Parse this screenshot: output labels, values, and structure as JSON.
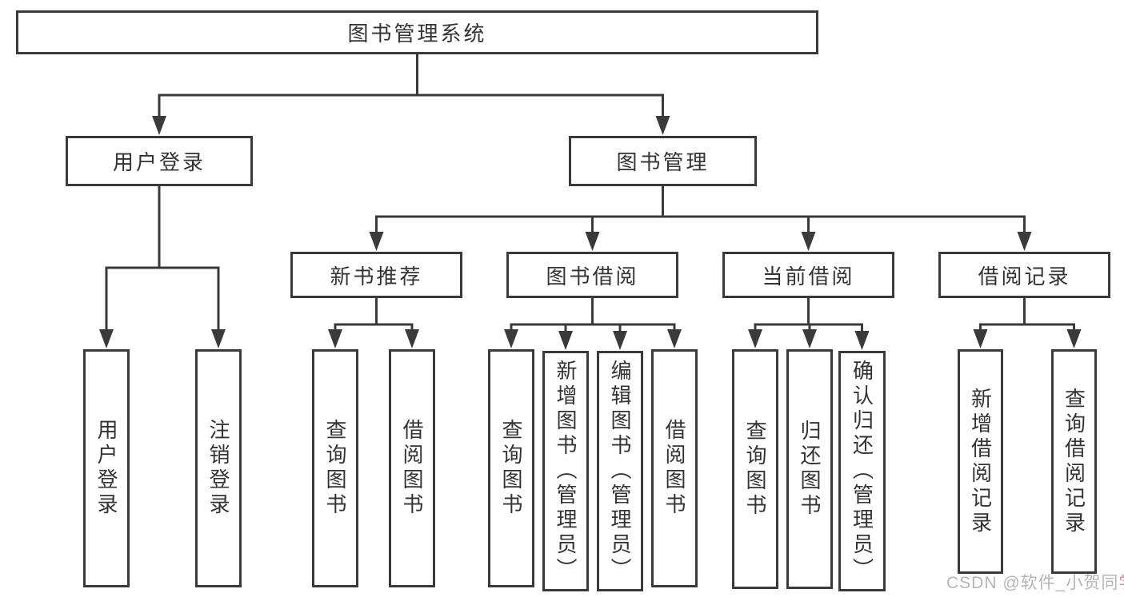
{
  "diagram": {
    "line_color": "#3a3a3a",
    "text_color": "#333333",
    "box_background": "#ffffff",
    "nodes": [
      {
        "id": "sys",
        "label": "图书管理系统",
        "parent": null,
        "orientation": "horizontal"
      },
      {
        "id": "login",
        "label": "用户登录",
        "parent": "sys",
        "orientation": "horizontal"
      },
      {
        "id": "mgmt",
        "label": "图书管理",
        "parent": "sys",
        "orientation": "horizontal"
      },
      {
        "id": "newbook",
        "label": "新书推荐",
        "parent": "mgmt",
        "orientation": "horizontal"
      },
      {
        "id": "borrow",
        "label": "图书借阅",
        "parent": "mgmt",
        "orientation": "horizontal"
      },
      {
        "id": "current",
        "label": "当前借阅",
        "parent": "mgmt",
        "orientation": "horizontal"
      },
      {
        "id": "records",
        "label": "借阅记录",
        "parent": "mgmt",
        "orientation": "horizontal"
      },
      {
        "id": "leaf-login",
        "label": "用户登录",
        "parent": "login",
        "orientation": "vertical"
      },
      {
        "id": "leaf-logout",
        "label": "注销登录",
        "parent": "login",
        "orientation": "vertical"
      },
      {
        "id": "nb-query",
        "label": "查询图书",
        "parent": "newbook",
        "orientation": "vertical"
      },
      {
        "id": "nb-borrow",
        "label": "借阅图书",
        "parent": "newbook",
        "orientation": "vertical"
      },
      {
        "id": "b-query",
        "label": "查询图书",
        "parent": "borrow",
        "orientation": "vertical"
      },
      {
        "id": "b-add",
        "label": "新增图书（管理员）",
        "parent": "borrow",
        "orientation": "vertical"
      },
      {
        "id": "b-edit",
        "label": "编辑图书（管理员）",
        "parent": "borrow",
        "orientation": "vertical"
      },
      {
        "id": "b-borrow",
        "label": "借阅图书",
        "parent": "borrow",
        "orientation": "vertical"
      },
      {
        "id": "c-query",
        "label": "查询图书",
        "parent": "current",
        "orientation": "vertical"
      },
      {
        "id": "c-return",
        "label": "归还图书",
        "parent": "current",
        "orientation": "vertical"
      },
      {
        "id": "c-confirm",
        "label": "确认归还（管理员）",
        "parent": "current",
        "orientation": "vertical"
      },
      {
        "id": "r-add",
        "label": "新增借阅记录",
        "parent": "records",
        "orientation": "vertical"
      },
      {
        "id": "r-query",
        "label": "查询借阅记录",
        "parent": "records",
        "orientation": "vertical"
      }
    ]
  },
  "watermark": {
    "prefix": "CSDN @软件_小贺同",
    "suffix": "学",
    "color_gray": "#b5b5ba",
    "color_pink": "#dd9194"
  }
}
